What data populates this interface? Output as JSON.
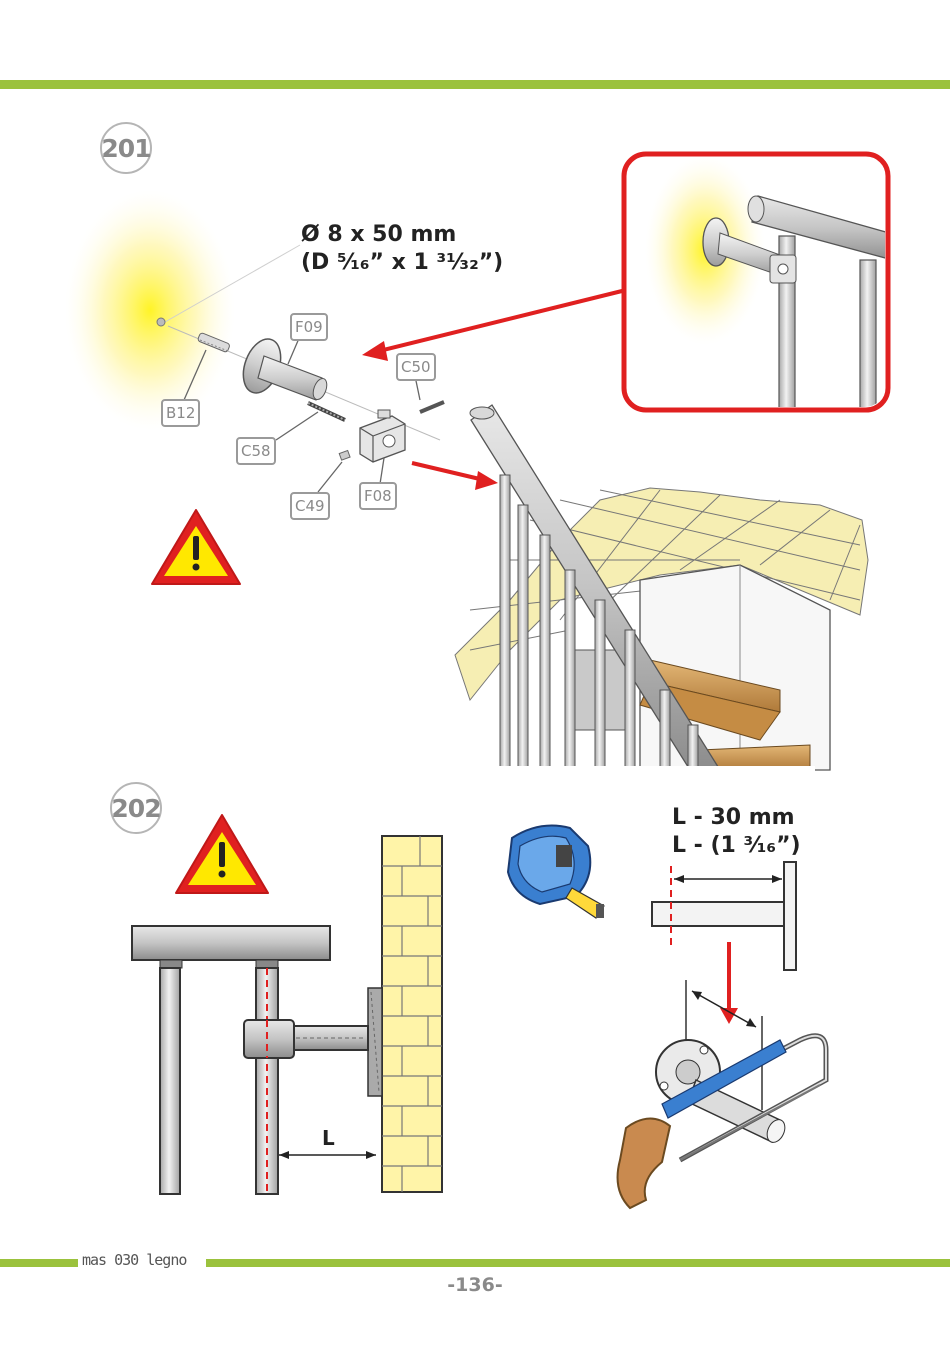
{
  "steps": {
    "step201": {
      "number": "201",
      "spec_line1": "Ø 8 x 50 mm",
      "spec_line2": "(D ⁵⁄₁₆” x 1 ³¹⁄₃₂”)",
      "tags": {
        "f09": "F09",
        "c50": "C50",
        "b12": "B12",
        "c58": "C58",
        "c49": "C49",
        "f08": "F08"
      }
    },
    "step202": {
      "number": "202",
      "cut_line1": "L - 30 mm",
      "cut_line2": "L - (1 ³⁄₁₆”)",
      "dimension_label": "L"
    }
  },
  "footer": {
    "brand": "mas 030 legno",
    "page": "-136-"
  },
  "colors": {
    "accent_green": "#9bc23d",
    "alert_red": "#e02020",
    "warning_yellow": "#ffe800",
    "wall_yellow": "#fff4a8",
    "tape_blue": "#3a7fd0"
  },
  "icons": [
    "warning-triangle-icon",
    "tape-measure-icon",
    "hacksaw-icon"
  ]
}
